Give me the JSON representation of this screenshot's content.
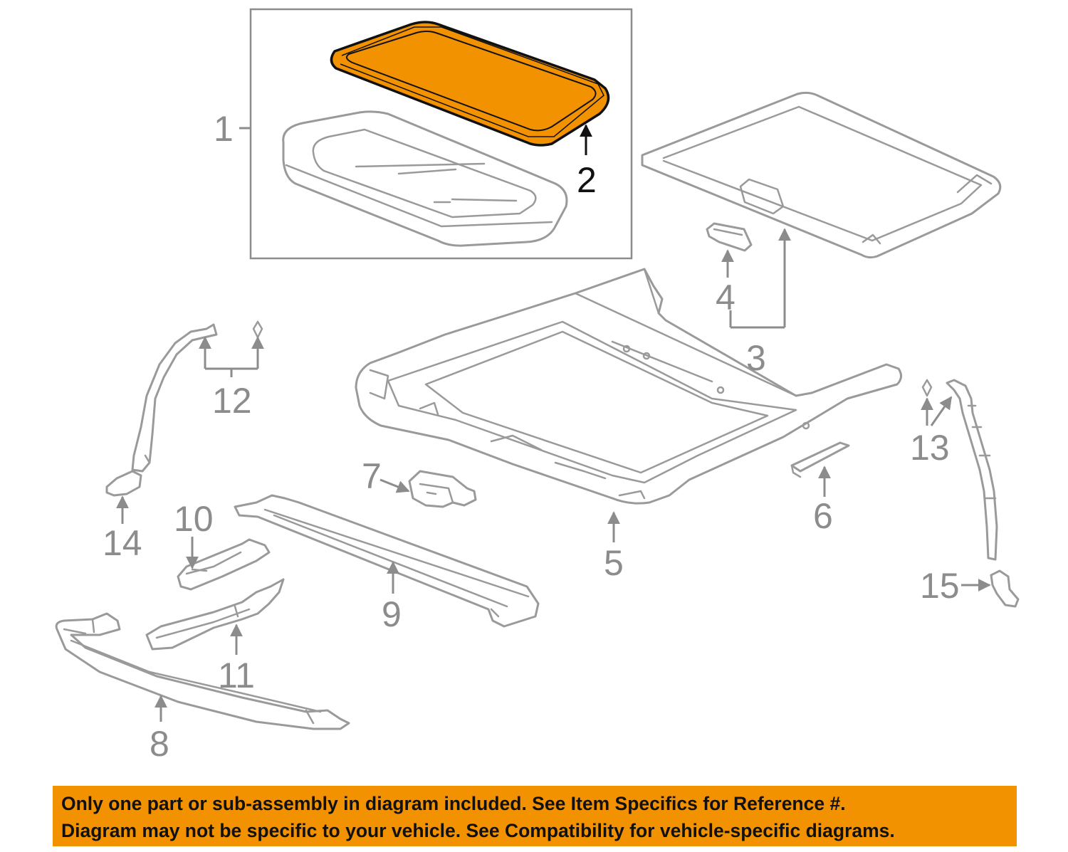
{
  "colors": {
    "highlight": "#f39200",
    "part_stroke": "#9a9a9a",
    "callout_text": "#8c8c8c",
    "dark": "#111111"
  },
  "callouts": {
    "c1": "1",
    "c2": "2",
    "c3": "3",
    "c4": "4",
    "c5": "5",
    "c6": "6",
    "c7": "7",
    "c8": "8",
    "c9": "9",
    "c10": "10",
    "c11": "11",
    "c12": "12",
    "c13": "13",
    "c14": "14",
    "c15": "15"
  },
  "notice": {
    "line1": "Only one part or sub-assembly in diagram included. See Item Specifics for Reference #.",
    "line2": "Diagram may not be specific to your vehicle. See Compatibility for vehicle-specific diagrams."
  }
}
